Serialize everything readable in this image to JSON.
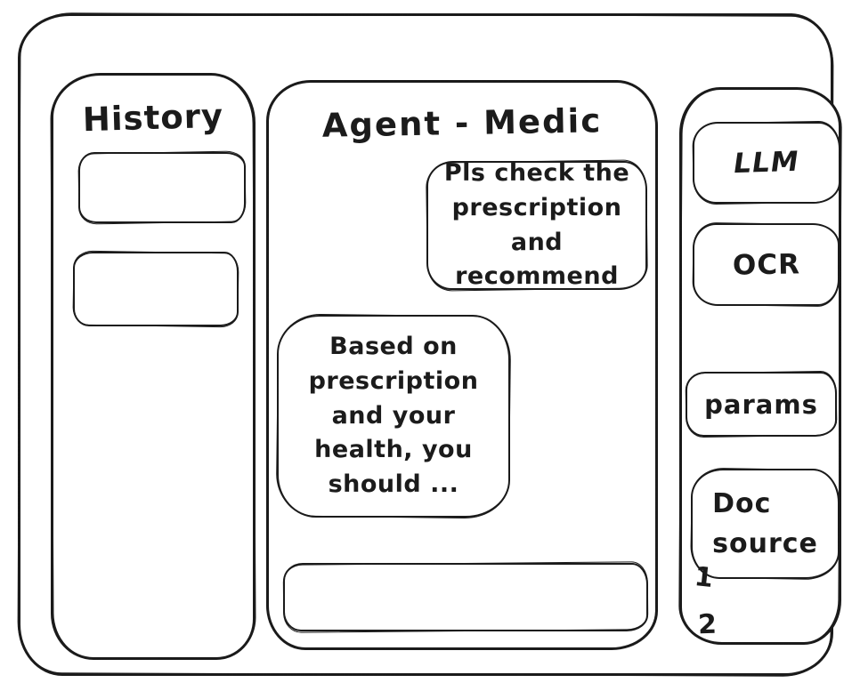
{
  "theme": {
    "ink": "#1b1b1b",
    "background": "#ffffff"
  },
  "history_panel": {
    "title": "History"
  },
  "chat_panel": {
    "title": "Agent - Medic",
    "messages": [
      {
        "role": "user",
        "text": "Pls check the\nprescription\nand recommend"
      },
      {
        "role": "assistant",
        "text": "Based on\nprescription\nand your\nhealth, you\nshould ..."
      }
    ],
    "input_value": ""
  },
  "tools_panel": {
    "llm_label": "LLM",
    "ocr_label": "OCR",
    "params_label": "params",
    "doc_source_label": "Doc\nsource",
    "doc_list": [
      "1",
      "2"
    ]
  }
}
